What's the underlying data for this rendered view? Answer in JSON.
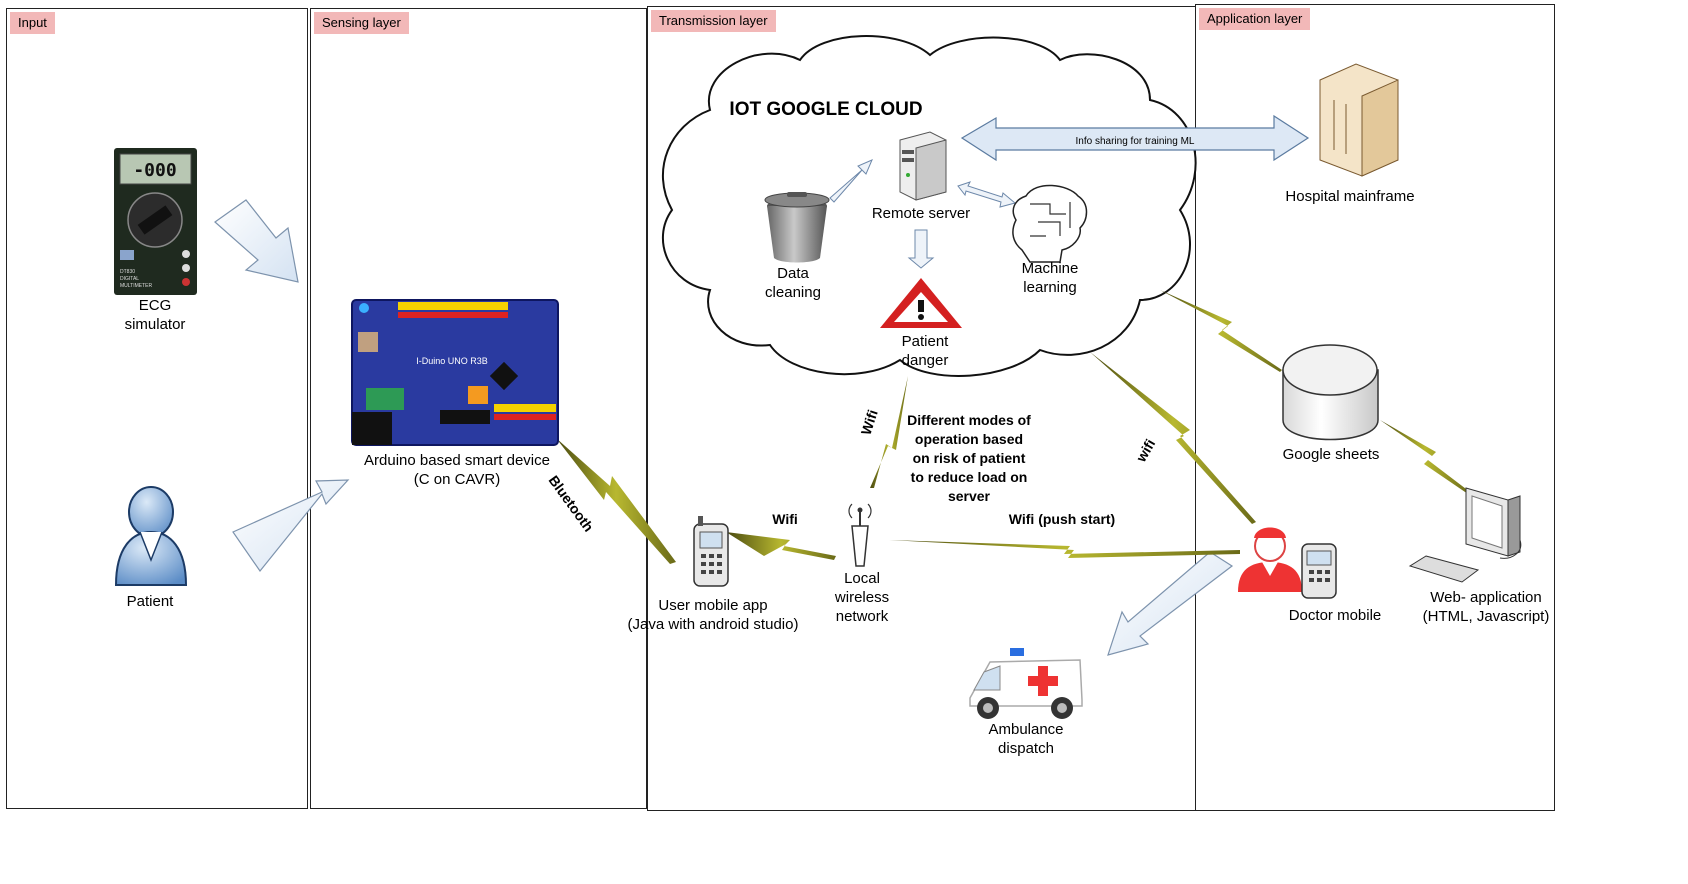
{
  "layers": {
    "input": "Input",
    "sensing": "Sensing layer",
    "transmission": "Transmission layer",
    "application": "Application layer"
  },
  "input": {
    "ecg_line1": "ECG",
    "ecg_line2": "simulator",
    "meter_display": "-000",
    "meter_text1": "DT830",
    "meter_text2": "DIGITAL",
    "meter_text3": "MULTIMETER",
    "patient": "Patient"
  },
  "sensing": {
    "board_text": "I-Duino UNO R3B",
    "device_line1": "Arduino based smart device",
    "device_line2": "(C on CAVR)",
    "bluetooth": "Bluetooth"
  },
  "transmission": {
    "cloud_title": "IOT  GOOGLE CLOUD",
    "remote_server": "Remote server",
    "data_cleaning_1": "Data",
    "data_cleaning_2": "cleaning",
    "machine_learning_1": "Machine",
    "machine_learning_2": "learning",
    "patient_danger_1": "Patient",
    "patient_danger_2": "danger",
    "modes_1": "Different modes of",
    "modes_2": "operation based",
    "modes_3": "on risk of patient",
    "modes_4": "to reduce load on",
    "modes_5": "server",
    "wifi_vertical": "Wifi",
    "wifi_mobile": "Wifi",
    "wifi_push": "Wifi (push start)",
    "wifi_right": "wifi",
    "user_app_1": "User mobile app",
    "user_app_2": "(Java with android studio)",
    "local_net_1": "Local",
    "local_net_2": "wireless",
    "local_net_3": "network",
    "ambulance_1": "Ambulance",
    "ambulance_2": "dispatch"
  },
  "application": {
    "info_sharing": "Info sharing for training ML",
    "hospital": "Hospital mainframe",
    "google_sheets": "Google sheets",
    "doctor_mobile": "Doctor mobile",
    "web_app_1": "Web- application",
    "web_app_2": "(HTML, Javascript)"
  }
}
